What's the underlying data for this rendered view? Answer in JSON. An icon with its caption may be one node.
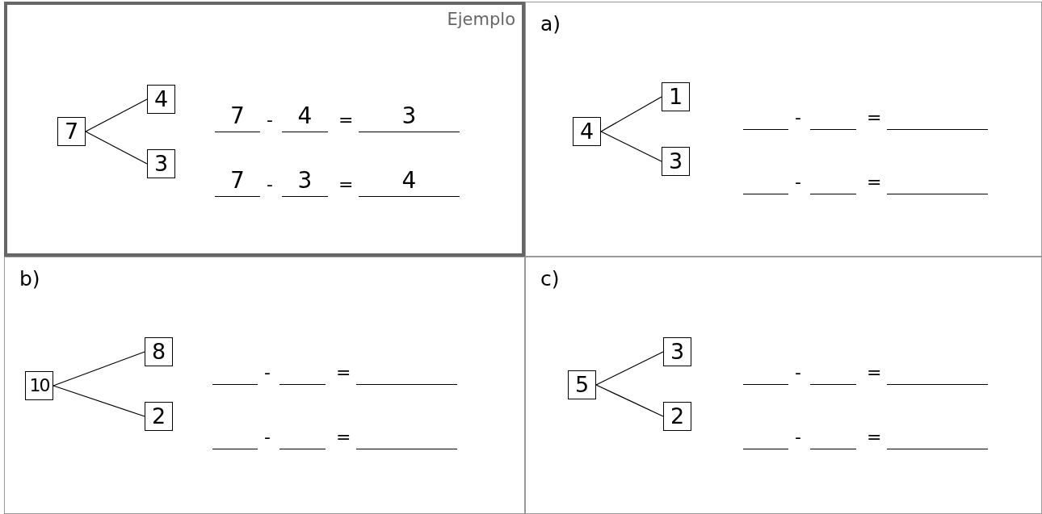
{
  "diagram": {
    "nodes": [
      {
        "text": [
          "Ejemplo"
        ]
      },
      {
        "text": [
          "7"
        ],
        "in": 0
      },
      {
        "text": [
          "4"
        ],
        "in": 0
      },
      {
        "text": [
          "3"
        ],
        "in": 0
      },
      {
        "text": [
          "a)"
        ]
      },
      {
        "text": [
          "4"
        ],
        "in": 4
      },
      {
        "text": [
          "1"
        ],
        "in": 4
      },
      {
        "text": [
          "3"
        ],
        "in": 4
      },
      {
        "text": [
          "b)"
        ]
      },
      {
        "text": [
          "10"
        ],
        "in": 8
      },
      {
        "text": [
          "8"
        ],
        "in": 8
      },
      {
        "text": [
          "2"
        ],
        "in": 8
      },
      {
        "text": [
          "c)"
        ]
      },
      {
        "text": [
          "5"
        ],
        "in": 12
      },
      {
        "text": [
          "3"
        ],
        "in": 12
      },
      {
        "text": [
          "2"
        ],
        "in": 12
      }
    ],
    "edges": [
      {
        "from": 1,
        "to": 2,
        "arrow": "none"
      },
      {
        "from": 1,
        "to": 3,
        "arrow": "none"
      },
      {
        "from": 5,
        "to": 6,
        "arrow": "none"
      },
      {
        "from": 5,
        "to": 7,
        "arrow": "none"
      },
      {
        "from": 9,
        "to": 10,
        "arrow": "none"
      },
      {
        "from": 9,
        "to": 11,
        "arrow": "none"
      },
      {
        "from": 13,
        "to": 14,
        "arrow": "none"
      },
      {
        "from": 13,
        "to": 15,
        "arrow": "none"
      }
    ],
    "labels": [
      "7",
      "-",
      "4",
      "=",
      "3",
      "7",
      "-",
      "3",
      "=",
      "4",
      "-",
      "=",
      "-",
      "=",
      "-",
      "=",
      "-",
      "=",
      "-",
      "=",
      "-",
      "="
    ]
  }
}
